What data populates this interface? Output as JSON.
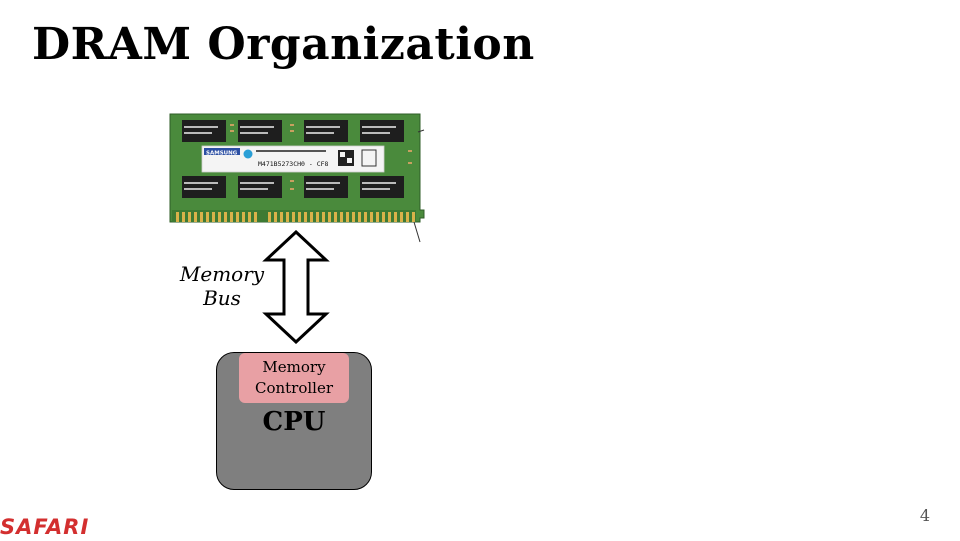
{
  "slide": {
    "title": "DRAM Organization",
    "page_number": "4"
  },
  "labels": {
    "memory_bus_line1": "Memory",
    "memory_bus_line2": "Bus",
    "memory_controller_line1": "Memory",
    "memory_controller_line2": "Controller",
    "cpu": "CPU"
  },
  "dimm": {
    "brand": "SAMSUNG",
    "part_number": "M471B5273CH0 - CF8"
  },
  "logo": {
    "text": "SAFARI",
    "color": "#d32f2f"
  },
  "colors": {
    "cpu_fill": "#7f7f7f",
    "memory_controller_fill": "#e8a0a4",
    "dimm_pcb": "#4a8a3c"
  }
}
